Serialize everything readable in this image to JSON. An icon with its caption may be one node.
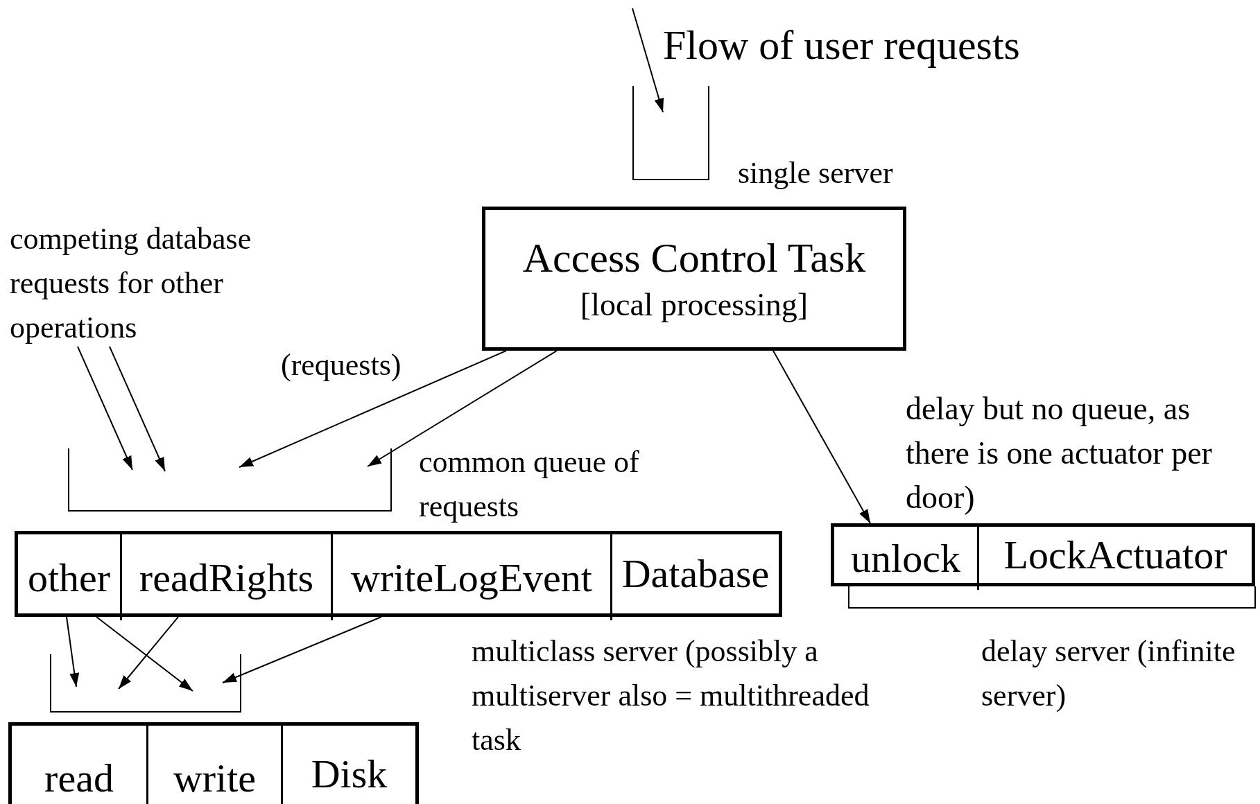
{
  "diagram": {
    "nodes": [
      {
        "text": [],
        "shape": "queue",
        "beside": [
          "single server"
        ]
      },
      {
        "text": [
          "Access Control Task",
          "[local processing]"
        ]
      },
      {
        "text": [
          "competing database requests for other operations"
        ]
      },
      {
        "text": [],
        "shape": "queue",
        "beside": [
          "common queue of requests"
        ]
      },
      {
        "text": [
          "Database"
        ],
        "beside": [
          "multiclass server (possibly a multiserver also = multithreaded task"
        ]
      },
      {
        "text": [
          "other"
        ],
        "in": 4
      },
      {
        "text": [
          "readRights"
        ],
        "in": 4
      },
      {
        "text": [
          "writeLogEvent"
        ],
        "in": 4
      },
      {
        "text": [
          "LockActuator"
        ],
        "beside": [
          "delay server (infinite server)"
        ]
      },
      {
        "text": [
          "unlock"
        ],
        "in": 8
      },
      {
        "text": [],
        "shape": "queue"
      },
      {
        "text": [
          "Disk"
        ]
      },
      {
        "text": [
          "read"
        ],
        "in": 11
      },
      {
        "text": [
          "write"
        ],
        "in": 11
      }
    ],
    "edges": [
      {
        "from": null,
        "to": 0,
        "arrow": "to"
      },
      {
        "from": 1,
        "to": 3,
        "arrow": "to",
        "label": "(requests)"
      },
      {
        "from": 1,
        "to": 3,
        "arrow": "to"
      },
      {
        "from": 1,
        "to": 9,
        "arrow": "to"
      },
      {
        "from": 2,
        "to": 3,
        "arrow": "to"
      },
      {
        "from": 2,
        "to": 3,
        "arrow": "to"
      },
      {
        "from": 5,
        "to": 10,
        "arrow": "to"
      },
      {
        "from": 5,
        "to": 10,
        "arrow": "to"
      },
      {
        "from": 6,
        "to": 10,
        "arrow": "to"
      },
      {
        "from": 7,
        "to": 10,
        "arrow": "to"
      }
    ],
    "labels": [
      "Flow of user requests",
      "delay but no queue, as there is one actuator per door)"
    ]
  }
}
